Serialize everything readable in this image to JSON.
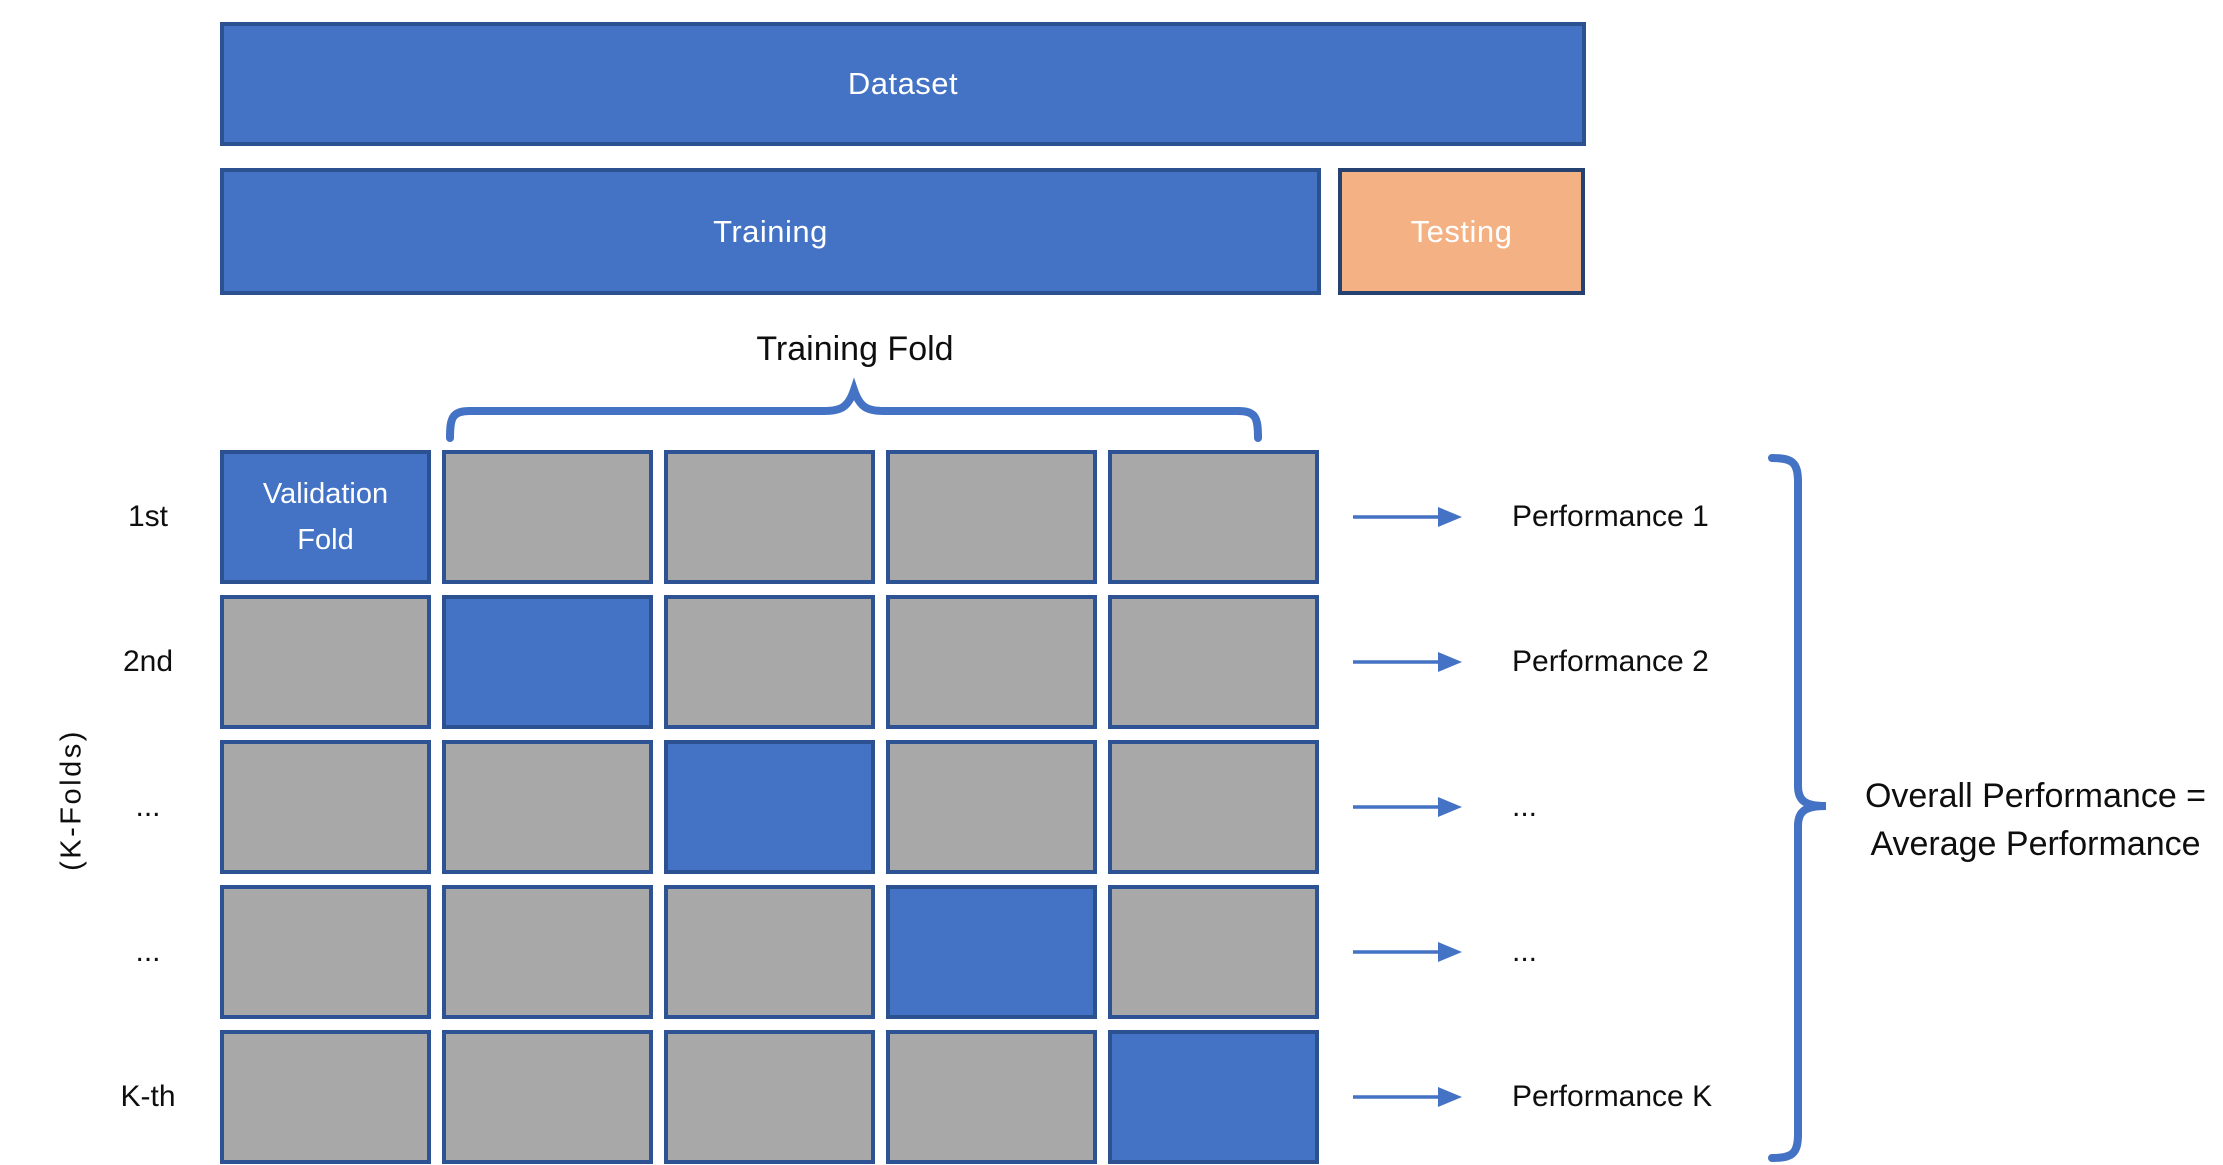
{
  "colors": {
    "blue_fill": "#4472C4",
    "blue_border": "#2C5190",
    "gray_fill": "#A8A8A8",
    "gray_border": "#2E5395",
    "orange_fill": "#F4B183",
    "orange_border": "#24416F",
    "accent": "#4472C4",
    "text": "#0E0E0E",
    "white_text": "#FFFFFF"
  },
  "top": {
    "dataset_label": "Dataset",
    "training_label": "Training",
    "testing_label": "Testing"
  },
  "grid": {
    "brace_label": "Training Fold",
    "axis_label": "(K-Folds)",
    "validation_cell_label": "Validation Fold",
    "columns": 5,
    "rows": [
      {
        "label": "1st",
        "validation_col": 0,
        "performance": "Performance 1"
      },
      {
        "label": "2nd",
        "validation_col": 1,
        "performance": "Performance 2"
      },
      {
        "label": "...",
        "validation_col": 2,
        "performance": "..."
      },
      {
        "label": "...",
        "validation_col": 3,
        "performance": "..."
      },
      {
        "label": "K-th",
        "validation_col": 4,
        "performance": "Performance K"
      }
    ]
  },
  "summary": {
    "line1": "Overall Performance =",
    "line2": "Average Performance"
  }
}
